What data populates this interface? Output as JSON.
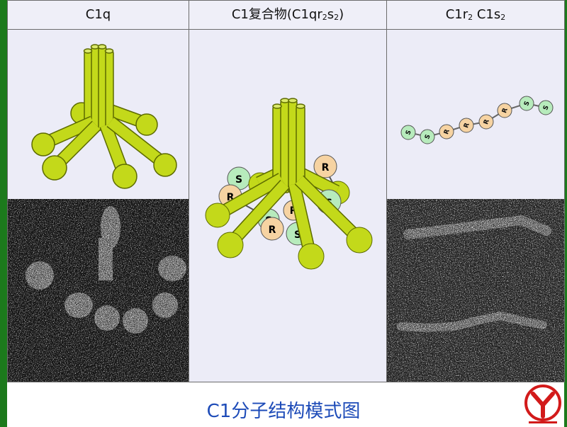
{
  "panels": [
    {
      "title": "C1q"
    },
    {
      "title_main": "C1复合物(C1qr",
      "title_sub1": "2",
      "title_mid": "s",
      "title_sub2": "2",
      "title_end": ")"
    },
    {
      "title_a": "C1r",
      "title_a_sub": "2",
      "title_b": " C1s",
      "title_b_sub": "2"
    }
  ],
  "c1_complex_labels": [
    "R",
    "S",
    "R",
    "S",
    "R",
    "S",
    "R",
    "S"
  ],
  "chain_labels": [
    "S",
    "S",
    "R",
    "R",
    "R",
    "R",
    "S",
    "S"
  ],
  "caption": "C1分子结构模式图",
  "colors": {
    "stalk": "#c3d91a",
    "stalk_edge": "#5d6b00",
    "r_subunit": "#f6d3a2",
    "s_subunit": "#b7ebbc",
    "caption": "#1d4bb8",
    "logo": "#d21a1a"
  }
}
